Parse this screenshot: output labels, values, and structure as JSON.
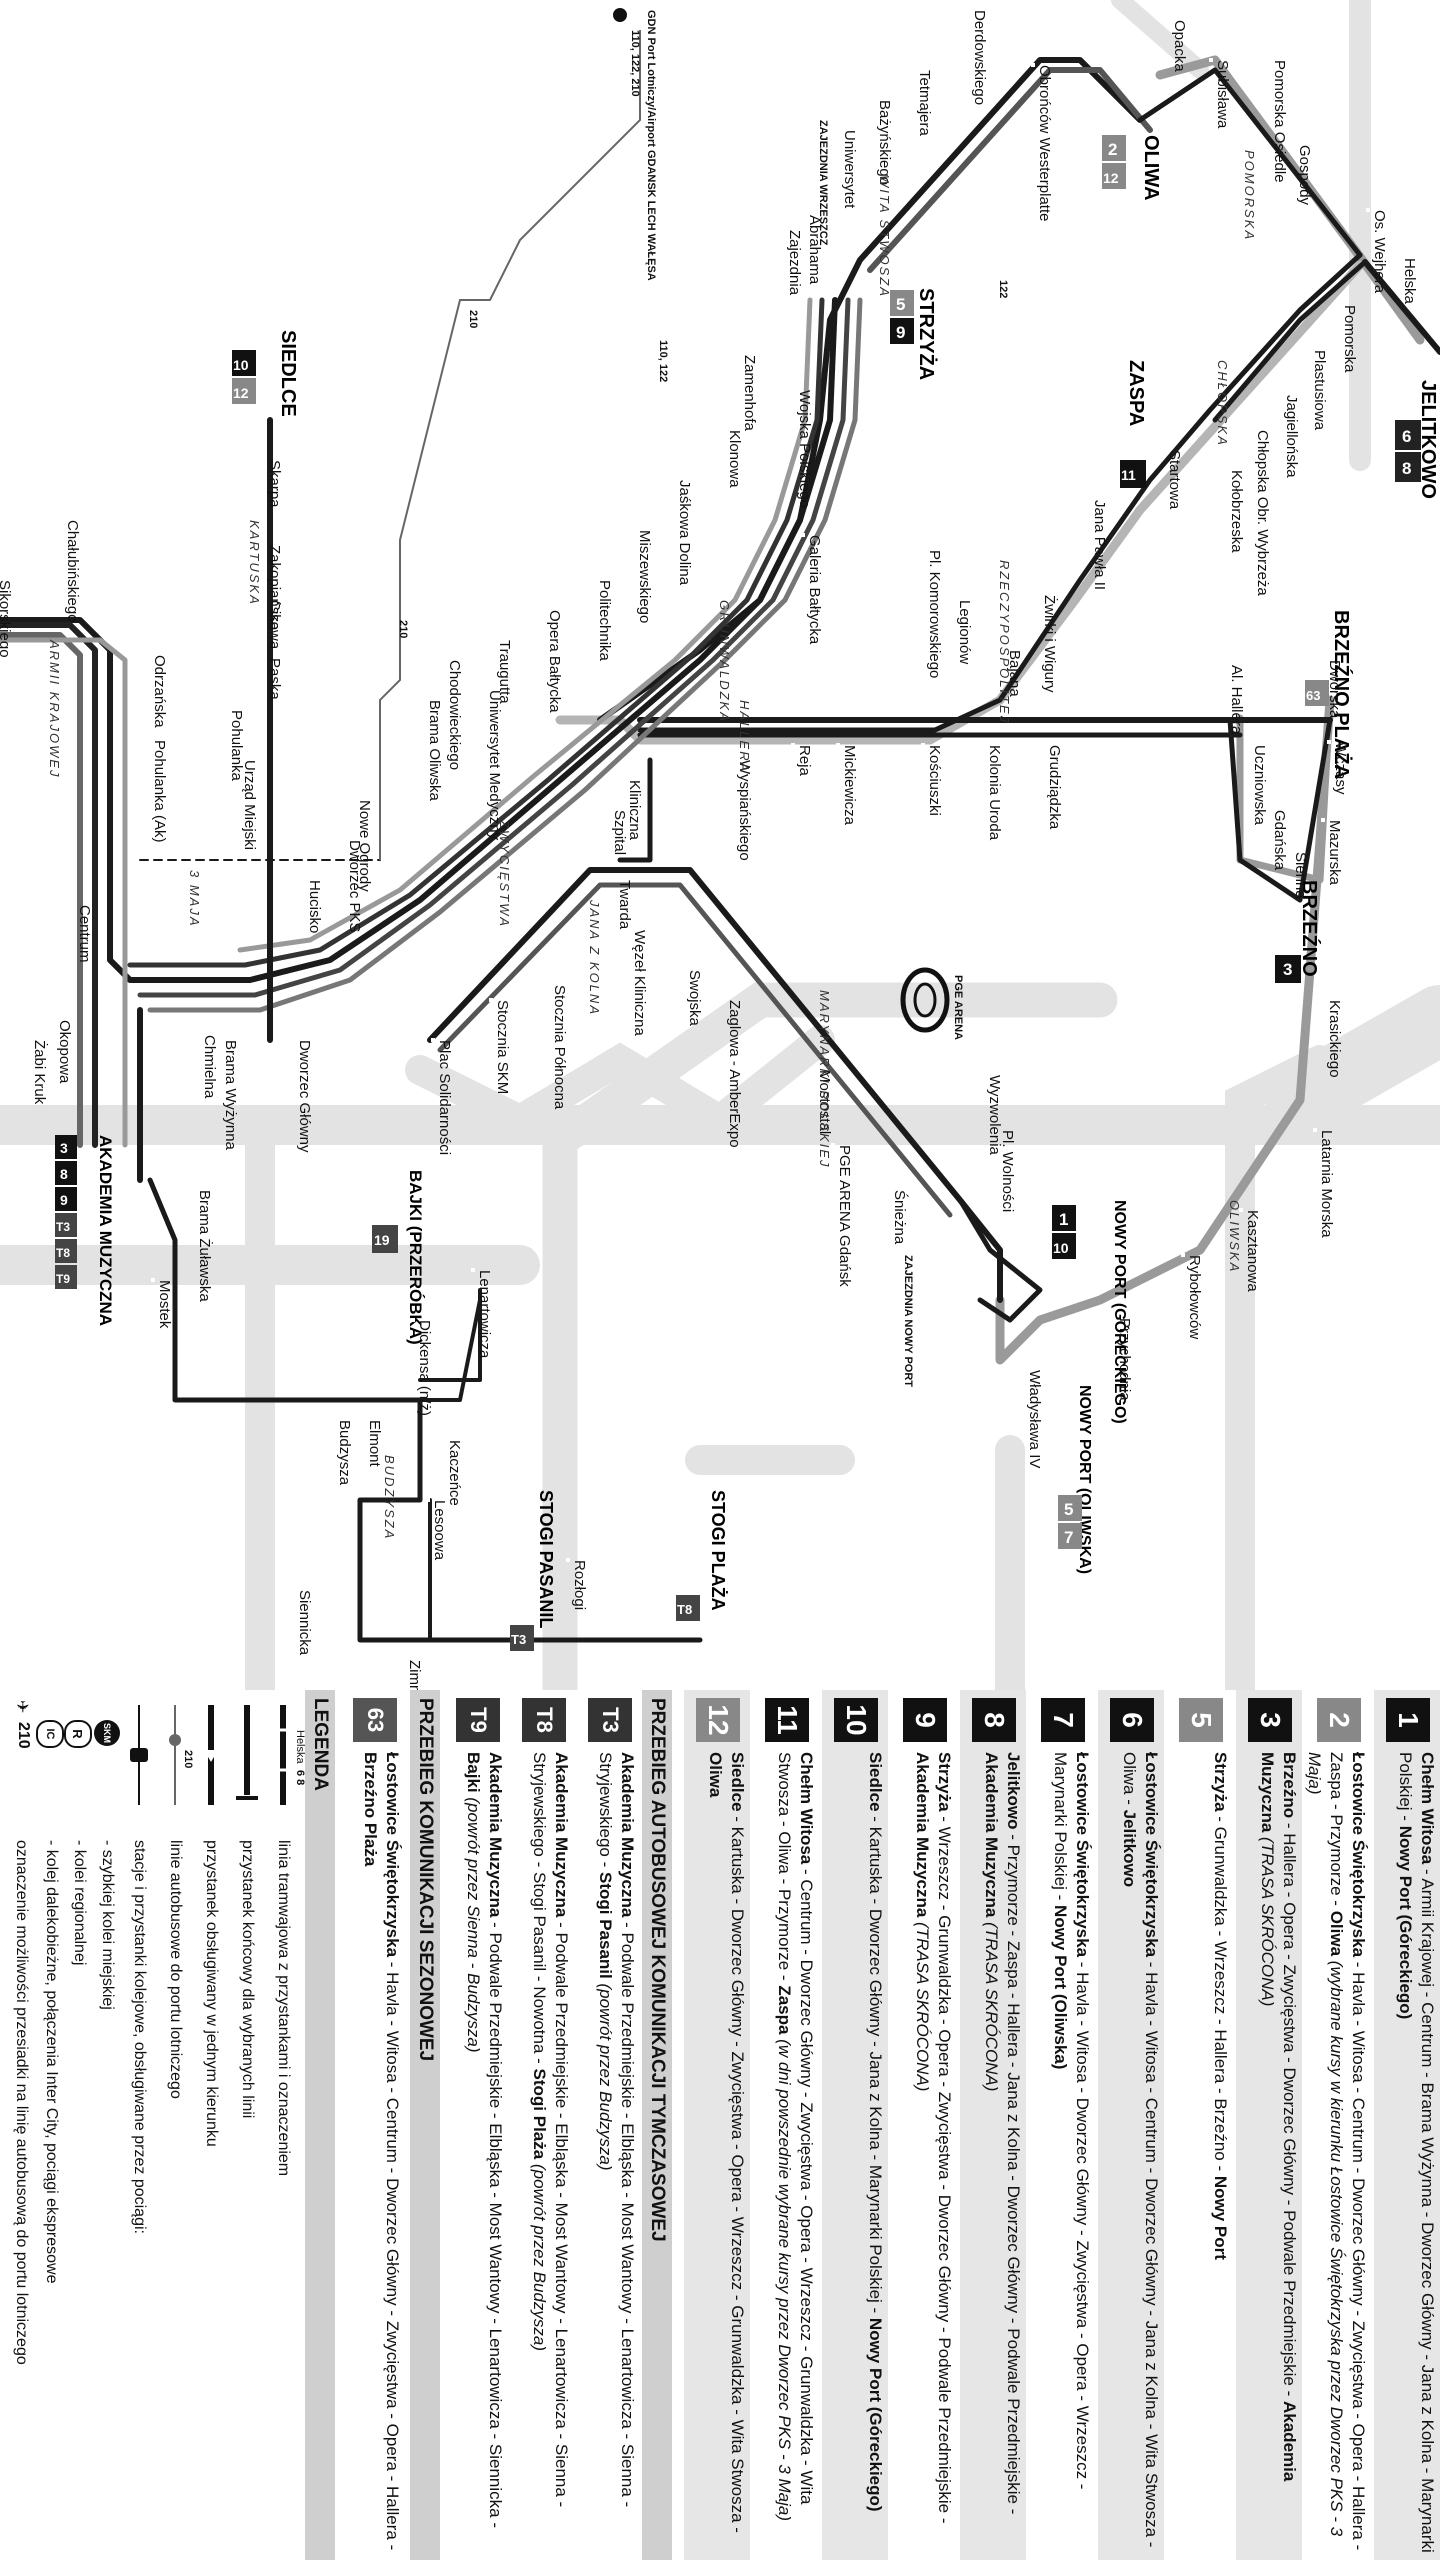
{
  "map": {
    "districts": [
      {
        "id": "jelitkowo",
        "name": "JELITKOWO",
        "lines": [
          "6",
          "8"
        ]
      },
      {
        "id": "brzezno-plaza",
        "name": "BRZEŹNO PLAŻA",
        "lines": [
          "63"
        ]
      },
      {
        "id": "brzezno",
        "name": "BRZEŹNO",
        "lines": [
          "3"
        ]
      },
      {
        "id": "zaspa",
        "name": "ZASPA",
        "lines": [
          "11"
        ]
      },
      {
        "id": "oliwa",
        "name": "OLIWA",
        "lines": [
          "2",
          "12"
        ]
      },
      {
        "id": "strzyza",
        "name": "STRZYŻA",
        "lines": [
          "5",
          "9"
        ]
      },
      {
        "id": "siedlce",
        "name": "SIEDLCE",
        "lines": [
          "10",
          "12"
        ]
      },
      {
        "id": "nowy-port-goreckiego",
        "name": "NOWY PORT (GÓRECKIEGO)",
        "lines": [
          "1",
          "10"
        ]
      },
      {
        "id": "nowy-port-oliwska",
        "name": "NOWY PORT (OLIWSKA)",
        "lines": [
          "5",
          "7"
        ]
      },
      {
        "id": "bajki",
        "name": "BAJKI (PRZERÓBKA)",
        "lines": [
          "19"
        ]
      },
      {
        "id": "akademia-muzyczna",
        "name": "AKADEMIA MUZYCZNA",
        "lines": [
          "3",
          "8",
          "9",
          "T3",
          "T8",
          "T9"
        ]
      },
      {
        "id": "stogi-plaza",
        "name": "STOGI PLAŻA",
        "lines": [
          "T8"
        ]
      },
      {
        "id": "stogi-pasanil",
        "name": "STOGI PASANIL",
        "lines": [
          "T3"
        ]
      }
    ],
    "stops": [
      "Helska",
      "Os. Wejhera",
      "Pomorska",
      "Plastusiowa",
      "Jagiellońska",
      "Chłopska Obr. Wybrzeża",
      "Kołobrzeska",
      "Startowa",
      "Jana Pawła II",
      "Żwirki i Wigury",
      "Bajana",
      "Legionów",
      "Pl. Komorowskiego",
      "Dworska",
      "Al. Hallera",
      "Wczasy",
      "Mazurska",
      "Uczniowska",
      "Gdańska",
      "Sienna",
      "Krasickiego",
      "Latarnia Morska",
      "Kasztanowa",
      "Rybołowców",
      "Przychodnia",
      "Władysława IV",
      "Pl. Wolności",
      "Wyzwolenia",
      "Mostostal",
      "Zaglowa - AmberExpo",
      "PGE ARENA Gdańsk",
      "Śnieżna",
      "Swojska",
      "Węzeł Kliniczna",
      "Twarda",
      "Kliniczna",
      "Szpital",
      "Stocznia Północna",
      "Stocznia SKM",
      "Plac Solidarności",
      "Dworzec Główny",
      "Brama Wyżynna",
      "Chmielna",
      "Żabi Kruk",
      "Okopowa",
      "Centrum",
      "Hucisko",
      "Urząd Miejski",
      "Pohulanka",
      "Paska",
      "Cisowa",
      "Zakopiańska",
      "Skarpa",
      "Chałubińskiego",
      "Sikorskiego",
      "Odrzańska",
      "Pohulanka (Ak)",
      "Brama Oliwska",
      "Chodowieckiego",
      "Traugutta",
      "Opera Bałtycka",
      "Politechnika",
      "Miszewskiego",
      "Jaśkowa Dolina",
      "Klonowa",
      "Galeria Bałtycka",
      "Wojska Polskiego",
      "Zamenhofa",
      "Zajezdnia",
      "Abrahama",
      "Uniwersytet",
      "Bażyńskiego",
      "Tetmajera",
      "Derdowskiego",
      "Obrońców Westerplatte",
      "Opacka",
      "Subisława",
      "Pomorska Osiedle",
      "Gospody",
      "Reja",
      "Mickiewicza",
      "Kościuszki",
      "Kolonia Uroda",
      "Grudziądzka",
      "Wyspiańskiego",
      "Uniwersytet Medyczny",
      "Nowe Ogrody",
      "Dworzec PKS",
      "Lenartowicza",
      "Dickensa (n/ż)",
      "Elmont",
      "Budzysza",
      "Kaczeńce",
      "Lesoowa",
      "Rozłogi",
      "Zimna",
      "Siennicka",
      "Mostek",
      "Brama Żuławska"
    ],
    "streets": [
      "POMORSKA",
      "CHŁOPSKA",
      "HALLERA",
      "RZECZYPOSPOLITEJ",
      "GRUNWALDZKA",
      "ZWYCIĘSTWA",
      "JANA Z KOLNA",
      "MARYNARKI POLSKIEJ",
      "OLIWSKA",
      "ARMII KRAJOWEJ",
      "3 MAJA",
      "KARTUSKA",
      "BUDZYSZA",
      "WITA STWOSZA"
    ],
    "depots": [
      "ZAJEZDNIA WRZESZCZ",
      "ZAJEZDNIA NOWY PORT"
    ],
    "airport_label": "GDN Port Lotniczy/Airport GDANSK LECH WAŁĘSA",
    "airport_lines": "110, 122, 210",
    "bus_codes": [
      "110, 122",
      "122",
      "210"
    ],
    "arena": "PGE ARENA"
  },
  "lines": {
    "permanent": [
      {
        "num": "1",
        "grey": false,
        "html": "<b>Chełm Witosa</b> - Armii Krajowej - Centrum - Brama Wyżynna - Dworzec Główny - Jana z Kolna - Marynarki Polskiej - <b>Nowy Port (Góreckiego)</b>"
      },
      {
        "num": "2",
        "grey": true,
        "html": "<b>Łostowice Świętokrzyska</b> - Havla - Witosa - Centrum - Dworzec Główny - Zwycięstwa - Opera - Hallera - Zaspa - Przymorze - <b>Oliwa</b> <i>(wybrane kursy w kierunku Łostowice Świętokrzyska przez Dworzec PKS - 3 Maja)</i>"
      },
      {
        "num": "3",
        "grey": false,
        "html": "<b>Brzeźno</b> - Hallera - Opera - Zwycięstwa - Dworzec Główny - Podwale Przedmiejskie - <b>Akademia Muzyczna</b> <i>(TRASA SKRÓCONA)</i>"
      },
      {
        "num": "5",
        "grey": true,
        "html": "<b>Strzyża</b> - Grunwaldzka - Wrzeszcz - Hallera - Brzeźno - <b>Nowy Port</b>"
      },
      {
        "num": "6",
        "grey": false,
        "html": "<b>Łostowice Świętokrzyska</b> - Havla - Witosa - Centrum - Dworzec Główny - Jana z Kolna - Wita Stwosza - Oliwa - <b>Jelitkowo</b>"
      },
      {
        "num": "7",
        "grey": false,
        "html": "<b>Łostowice Świętokrzyska</b> - Havla - Witosa - Dworzec Główny - Zwycięstwa - Opera - Wrzeszcz - Marynarki Polskiej - <b>Nowy Port (Oliwska)</b>"
      },
      {
        "num": "8",
        "grey": false,
        "html": "<b>Jelitkowo</b> - Przymorze - Zaspa - Hallera - Jana z Kolna - Dworzec Główny - Podwale Przedmiejskie - <b>Akademia Muzyczna</b> <i>(TRASA SKRÓCONA)</i>"
      },
      {
        "num": "9",
        "grey": false,
        "html": "<b>Strzyża</b> - Wrzeszcz - Grunwaldzka - Opera - Zwycięstwa - Dworzec Główny - Podwale Przedmiejskie - <b>Akademia Muzyczna</b> <i>(TRASA SKRÓCONA)</i>"
      },
      {
        "num": "10",
        "grey": false,
        "html": "<b>Siedlce</b> - Kartuska - Dworzec Główny - Jana z Kolna - Marynarki Polskiej - <b>Nowy Port (Góreckiego)</b>"
      },
      {
        "num": "11",
        "grey": false,
        "html": "<b>Chełm Witosa</b> - Centrum - Dworzec Główny - Zwycięstwa - Opera - Wrzeszcz - Grunwaldzka - Wita Stwosza - Oliwa - Przymorze - <b>Zaspa</b> <i>(w dni powszednie wybrane kursy przez Dworzec PKS - 3 Maja)</i>"
      },
      {
        "num": "12",
        "grey": true,
        "html": "<b>Siedlce</b> - Kartuska - Dworzec Główny - Zwycięstwa - Opera - Wrzeszcz - Grunwaldzka - Wita Stwosza - <b>Oliwa</b>"
      }
    ],
    "temp_bus_header": "PRZEBIEG AUTOBUSOWEJ KOMUNIKACJI TYMCZASOWEJ",
    "temp_bus": [
      {
        "num": "T3",
        "html": "<b>Akademia Muzyczna</b> - Podwale Przedmiejskie - Elbląska - Most Wantowy - Lenartowicza - Sienna - Stryjewskiego - <b>Stogi Pasanil</b> <i>(powrót przez Budzysza)</i>"
      },
      {
        "num": "T8",
        "html": "<b>Akademia Muzyczna</b> - Podwale Przedmiejskie - Elbląska - Most Wantowy - Lenartowicza - Sienna - Stryjewskiego - Stogi Pasanil - Nowotna - <b>Stogi Plaża</b> <i>(powrót przez Budzysza)</i>"
      },
      {
        "num": "T9",
        "html": "<b>Akademia Muzyczna</b> - Podwale Przedmiejskie - Elbląska - Most Wantowy - Lenartowicza - Siennicka - <b>Bajki</b> <i>(powrót przez Sienna - Budzysza)</i>"
      }
    ],
    "seasonal_header": "PRZEBIEG KOMUNIKACJI SEZONOWEJ",
    "seasonal": [
      {
        "num": "63",
        "html": "<b>Łostowice Świętokrzyska</b> - Havla - Witosa - Centrum - Dworzec Główny - Zwycięstwa - Opera - Hallera - <b>Brzeźno Plaża</b>"
      }
    ]
  },
  "legend": {
    "title": "LEGENDA",
    "sample_stop": "Helska",
    "sample_lines": "6 8",
    "bus_210": "210",
    "items": [
      "linia tramwajowa z przystankami i oznaczeniem",
      "przystanek końcowy dla wybranych linii",
      "przystanek obsługiwany w jednym kierunku",
      "linie autobusowe do portu lotniczego",
      "stacje i przystanki kolejowe, obsługiwane przez pociągi:",
      "- szybkiej kolei miejskiej",
      "- kolei regionalnej",
      "- kolej dalekobieżne, połączenia Inter City, pociągi ekspresowe",
      "oznaczenie możliwości przesiadki na linię autobusową do portu lotniczego"
    ],
    "badges": [
      "SKM",
      "R",
      "IC"
    ]
  }
}
